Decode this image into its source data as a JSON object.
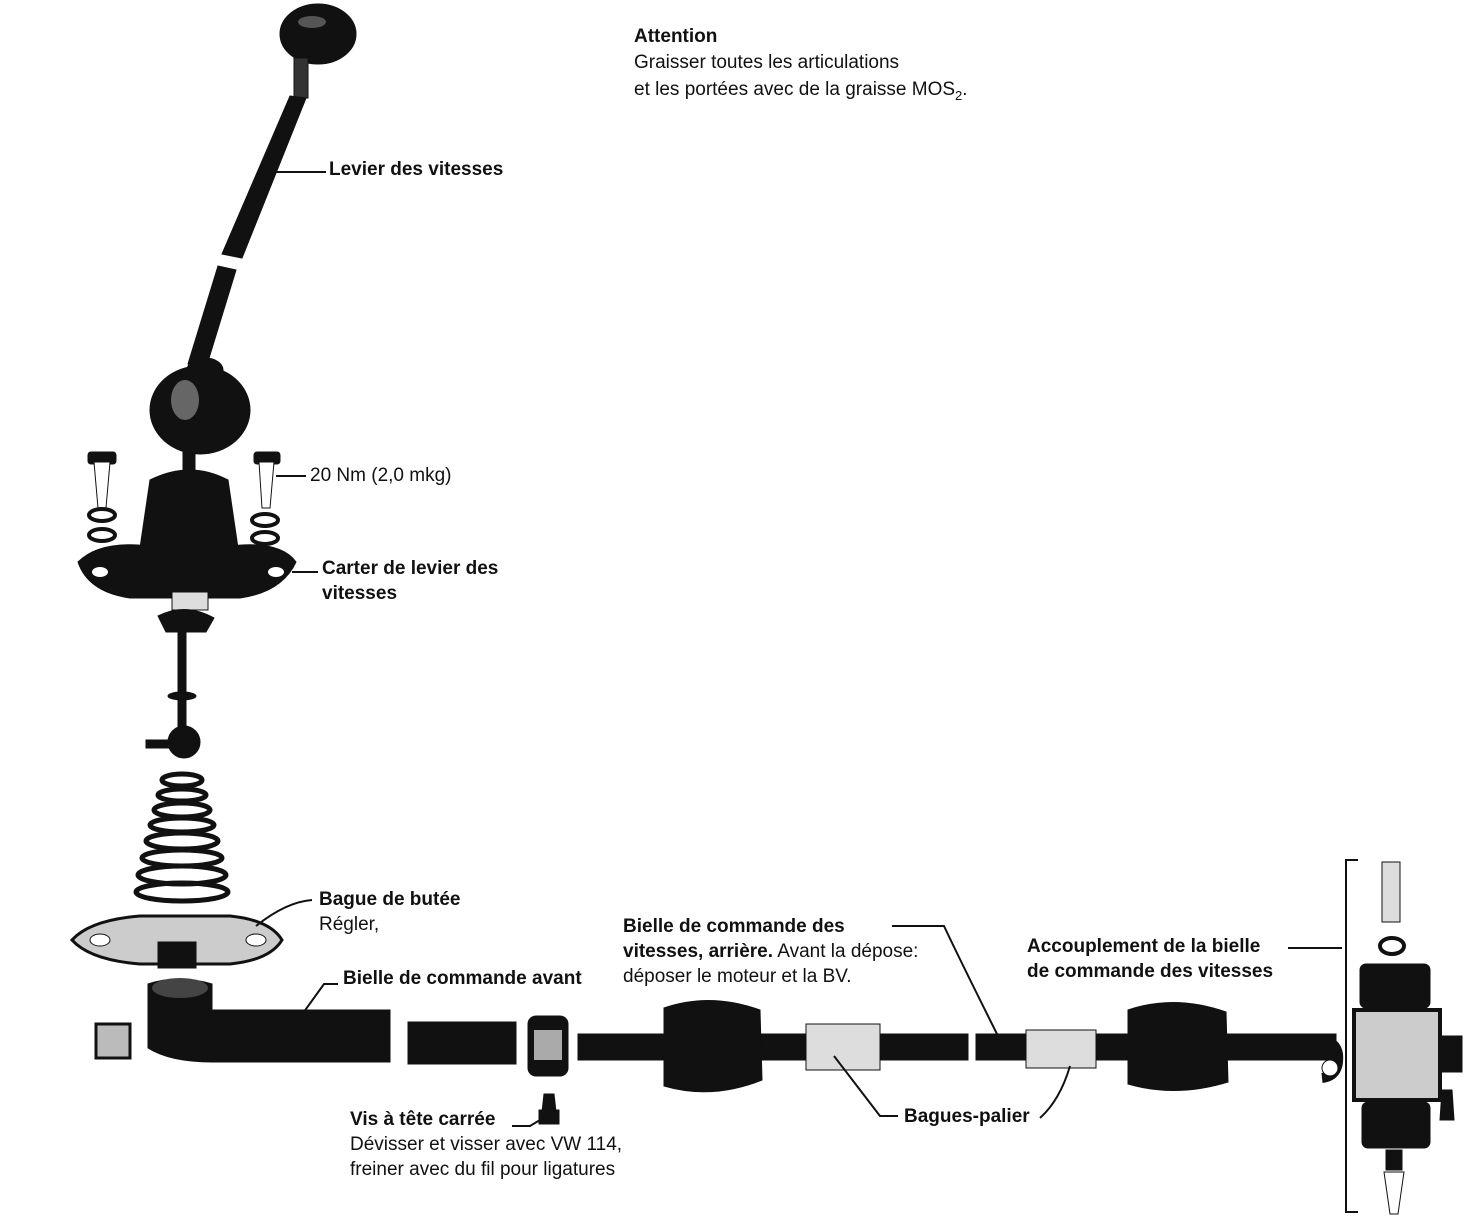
{
  "attention": {
    "title": "Attention",
    "line1": "Graisser toutes les articulations",
    "line2_prefix": "et les portées avec de la graisse MOS",
    "line2_subscript": "2",
    "line2_suffix": "."
  },
  "labels": {
    "levier": "Levier des vitesses",
    "torque": "20 Nm (2,0 mkg)",
    "carter_line1": "Carter de levier des",
    "carter_line2": "vitesses",
    "bague_title": "Bague de butée",
    "bague_note": "Régler,",
    "bielle_avant": "Bielle de commande avant",
    "vis_title": "Vis à tête carrée",
    "vis_note_line1": "Dévisser et visser avec VW 114,",
    "vis_note_line2": "freiner avec du fil pour ligatures",
    "bielle_arriere_bold1": "Bielle de commande des",
    "bielle_arriere_bold2": "vitesses, arrière.",
    "bielle_arriere_note1": " Avant la dépose:",
    "bielle_arriere_note2": "déposer le moteur et la BV.",
    "bagues_palier": "Bagues-palier",
    "accouplement_line1": "Accouplement de la bielle",
    "accouplement_line2": "de commande des vitesses"
  },
  "colors": {
    "ink": "#111111",
    "paper": "#ffffff",
    "metal": "#d9d9d9"
  }
}
